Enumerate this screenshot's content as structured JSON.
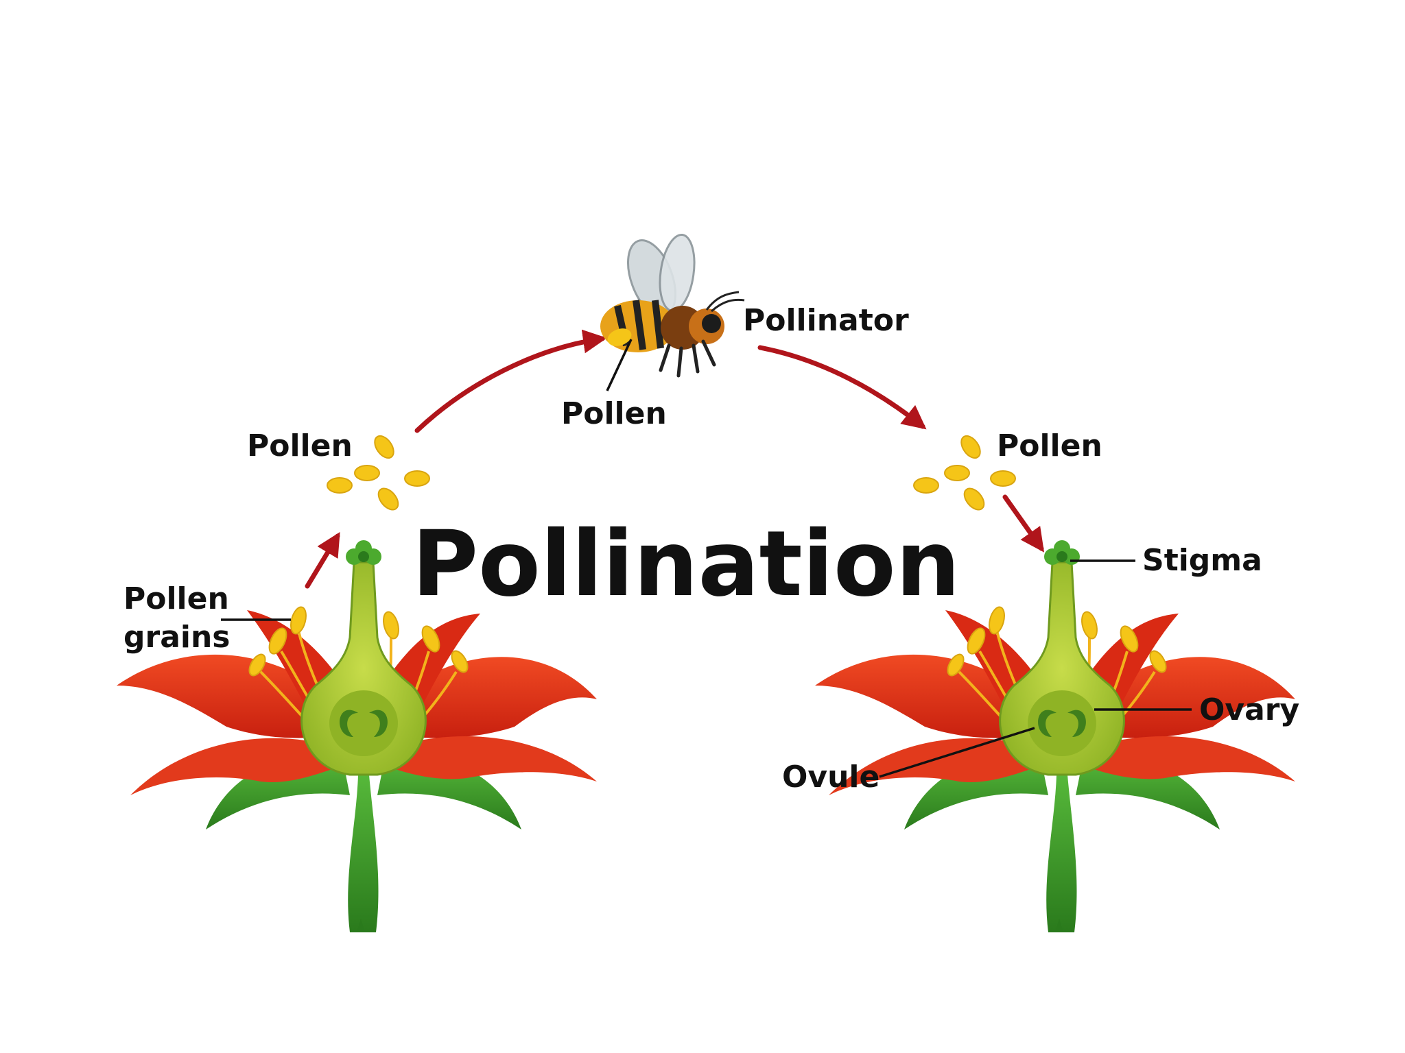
{
  "title": "Pollination",
  "labels": {
    "pollen_left": "Pollen",
    "pollen_bee": "Pollen",
    "pollen_right": "Pollen",
    "pollinator": "Pollinator",
    "pollen_grains_line1": "Pollen",
    "pollen_grains_line2": "grains",
    "stigma": "Stigma",
    "ovary": "Ovary",
    "ovule": "Ovule"
  },
  "colors": {
    "petal": "#e8341c",
    "petal_dark": "#c11f10",
    "pistil": "#a9c531",
    "pistil_dark": "#6f9a1e",
    "leaf": "#43a52d",
    "leaf_dark": "#2a7a1c",
    "pollen": "#f5c518",
    "arrow": "#b0151b",
    "bee_body": "#e8a21a"
  }
}
